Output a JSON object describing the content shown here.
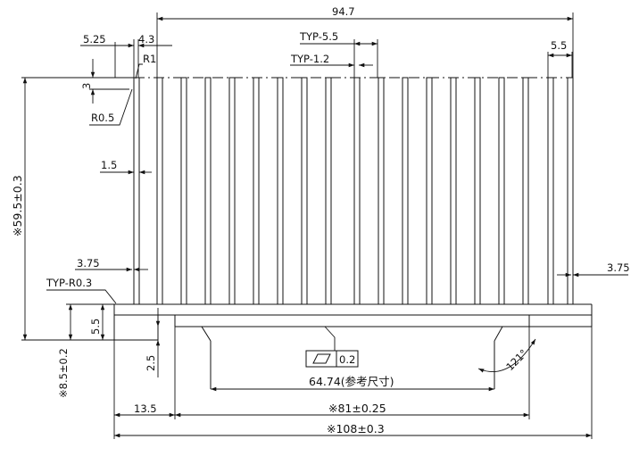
{
  "dimensions": {
    "overall_fin_span": "94.7",
    "left_offset": "5.25",
    "first_fin_offset": "4.3",
    "fin_pitch": "TYP-5.5",
    "fin_thickness": "TYP-1.2",
    "last_fin_width": "5.5",
    "tip_radius": "R1",
    "tip_height": "3",
    "tip_corner_radius": "R0.5",
    "fin_base_width": "1.5",
    "height": "※59.5±0.3",
    "left_inset": "3.75",
    "right_inset": "3.75",
    "root_radius": "TYP-R0.3",
    "base_thickness": "5.5",
    "overall_height": "※8.5±0.2",
    "groove_depth": "2.5",
    "flatness_value": "0.2",
    "reference_width": "64.74(参考尺寸)",
    "chamfer_angle": "121°",
    "groove_offset": "13.5",
    "groove_width": "※81±0.25",
    "overall_width": "※108±0.3"
  },
  "symbols": {
    "flatness_icon": "flatness-parallelogram"
  }
}
